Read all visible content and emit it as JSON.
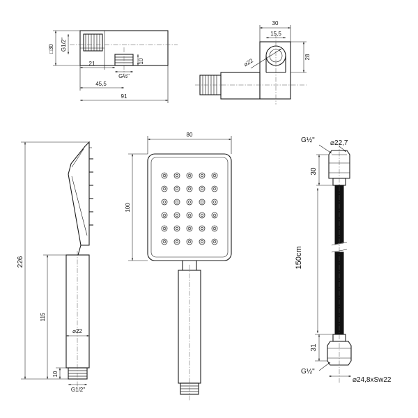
{
  "wall_elbow_side": {
    "g_label": "G1/2\"",
    "square_label": "□30",
    "d21": "21",
    "g_bottom": "G½\"",
    "d10": "10",
    "d45": "45,5",
    "d91": "91"
  },
  "wall_elbow_end": {
    "d30": "30",
    "d15": "15,5",
    "dia22": "⌀22",
    "d28": "28"
  },
  "hand_shower_side": {
    "d226": "226",
    "d115": "115",
    "dia22": "⌀22",
    "d10": "10",
    "g_label": "G1/2\""
  },
  "hand_shower_front": {
    "d80": "80",
    "d100": "100"
  },
  "hose": {
    "g_top": "G½\"",
    "dia_top": "⌀22,7",
    "d30": "30",
    "length": "150cm",
    "d31": "31",
    "g_bottom": "G½\"",
    "dia_bottom": "⌀24,8xSw22"
  }
}
